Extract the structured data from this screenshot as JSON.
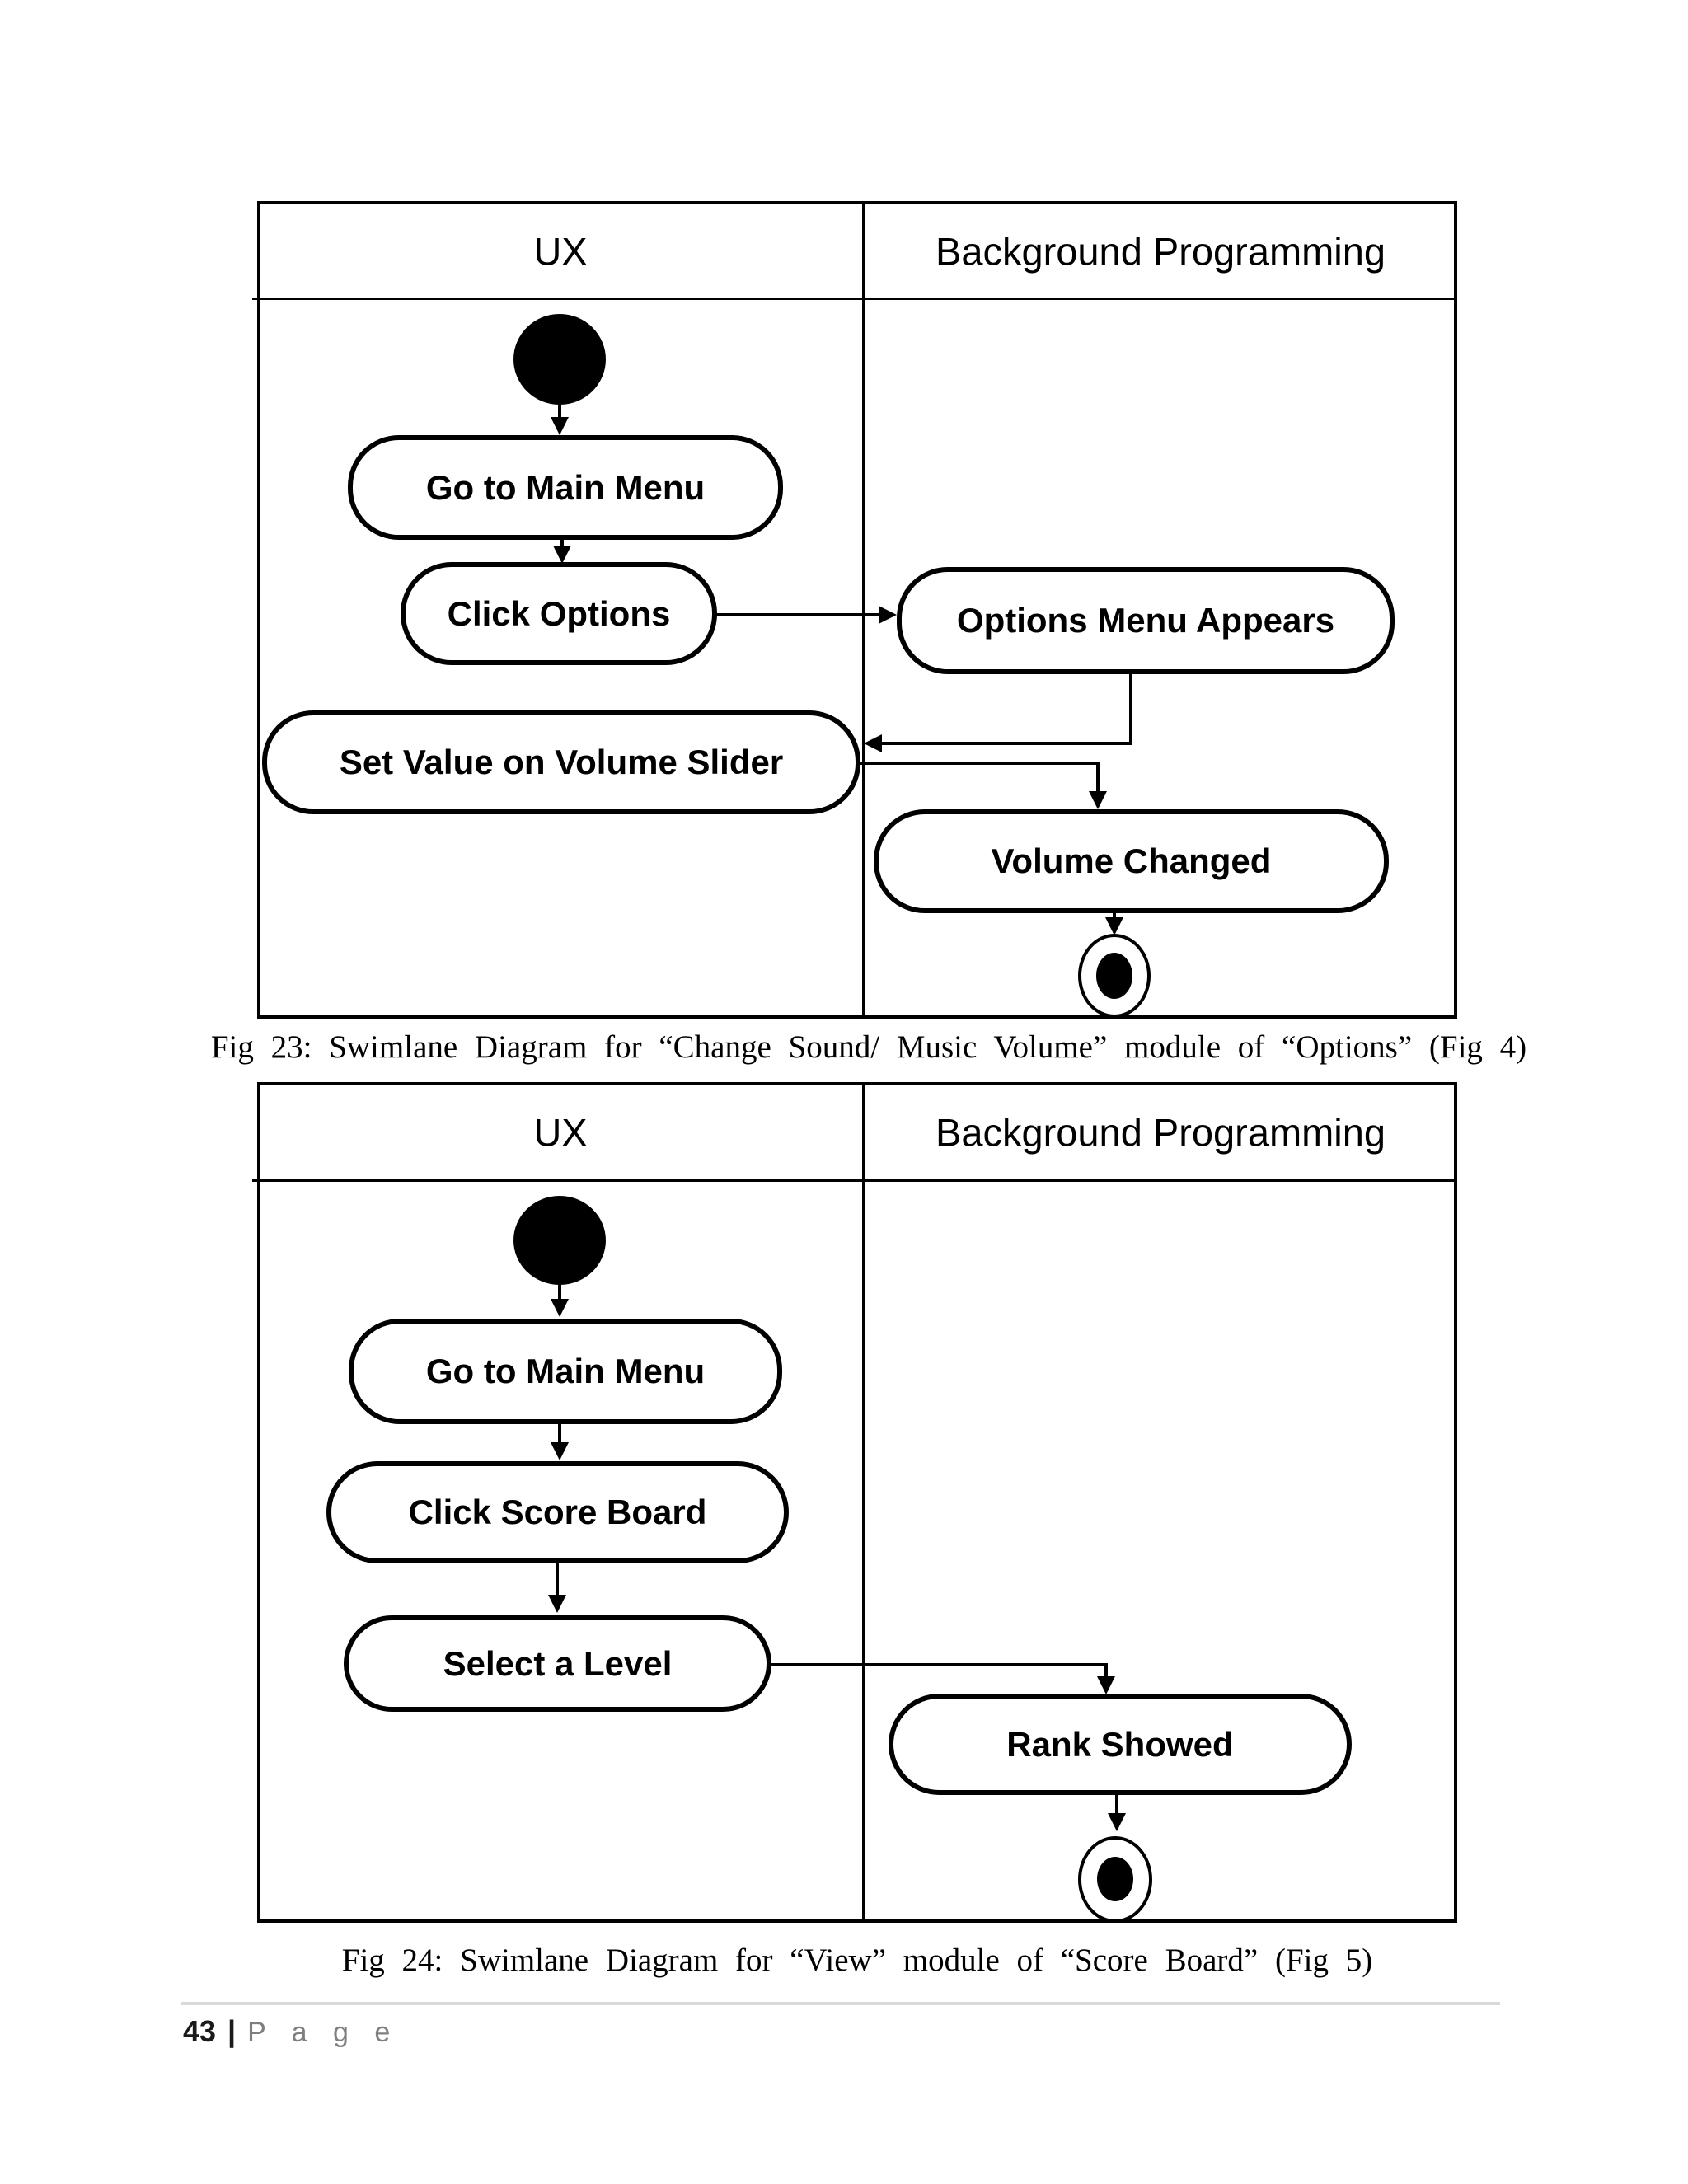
{
  "colors": {
    "ink": "#000000",
    "page_bg": "#ffffff",
    "footer_text_gray": "#7f7f7f",
    "footer_rule_gray": "#d9d9d9"
  },
  "figure23": {
    "lanes": {
      "left": "UX",
      "right": "Background Programming"
    },
    "nodes": {
      "go_to_main_menu": "Go to Main Menu",
      "click_options": "Click Options",
      "options_menu_appears": "Options Menu Appears",
      "set_value_on_volume_slider": "Set Value on Volume Slider",
      "volume_changed": "Volume Changed"
    },
    "caption": "Fig 23: Swimlane Diagram for “Change Sound/ Music Volume” module of “Options” (Fig 4)"
  },
  "figure24": {
    "lanes": {
      "left": "UX",
      "right": "Background Programming"
    },
    "nodes": {
      "go_to_main_menu": "Go to Main Menu",
      "click_score_board": "Click Score Board",
      "select_a_level": "Select a Level",
      "rank_showed": "Rank Showed"
    },
    "caption": "Fig 24: Swimlane Diagram for “View” module of “Score Board” (Fig 5)"
  },
  "footer": {
    "page_number": "43",
    "separator": "|",
    "page_word": "P a g e"
  }
}
